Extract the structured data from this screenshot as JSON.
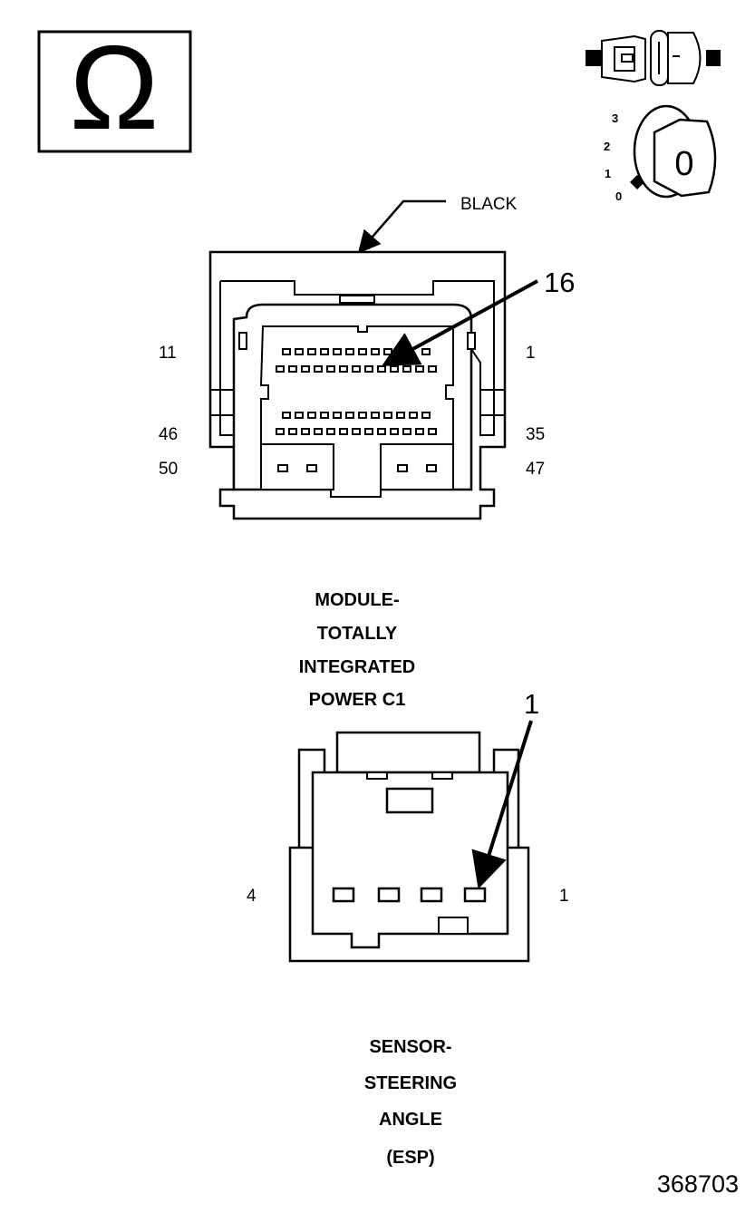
{
  "ohm_symbol": "Ω",
  "ignition": {
    "positions": [
      "3",
      "2",
      "1",
      "0"
    ],
    "key_letter": "0"
  },
  "connector1": {
    "color_label": "BLACK",
    "callout_pin": "16",
    "pin_labels": {
      "top_left": "11",
      "top_right": "1",
      "mid_left": "46",
      "mid_right": "35",
      "bot_left": "50",
      "bot_right": "47"
    },
    "caption": [
      "MODULE-",
      "TOTALLY",
      "INTEGRATED",
      "POWER C1"
    ]
  },
  "connector2": {
    "callout_pin": "1",
    "pin_labels": {
      "left": "4",
      "right": "1"
    },
    "caption": [
      "SENSOR-",
      "STEERING",
      "ANGLE",
      "(ESP)"
    ]
  },
  "figure_number": "368703"
}
